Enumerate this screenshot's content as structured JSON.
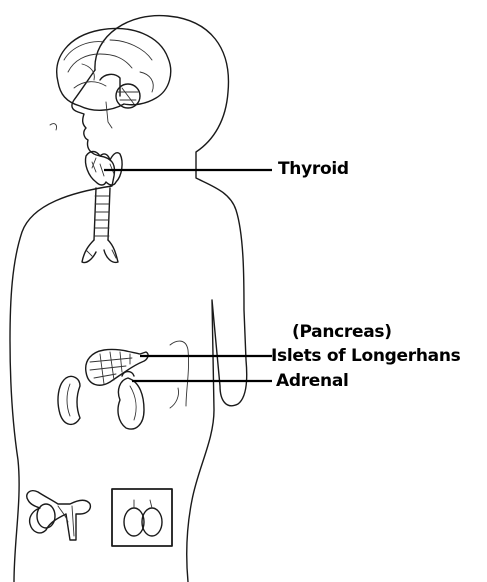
{
  "labels": {
    "thyroid": "Thyroid",
    "pancreas_note": "(Pancreas)",
    "islets": "Islets of Longerhans",
    "adrenal": "Adrenal"
  },
  "colors": {
    "outline": "#1a1a1a",
    "text": "#000000",
    "background": "#ffffff"
  }
}
